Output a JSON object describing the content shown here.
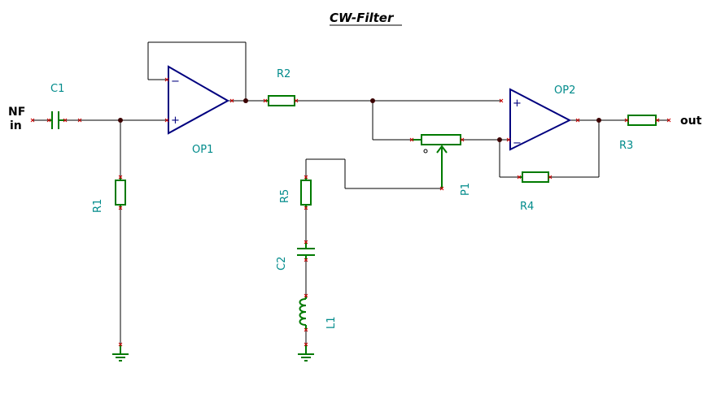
{
  "title": "CW-Filter",
  "input_label_line1": "NF",
  "input_label_line2": "in",
  "output_label": "out",
  "colors": {
    "wire": "#000000",
    "component": "#007a00",
    "opamp": "#00007f",
    "label": "#008b8b",
    "pin_marker": "#cc0000",
    "node": "#3a0000"
  },
  "components": {
    "C1": "C1",
    "R1": "R1",
    "OP1": "OP1",
    "R2": "R2",
    "R5": "R5",
    "C2": "C2",
    "L1": "L1",
    "P1": "P1",
    "OP2": "OP2",
    "R4": "R4",
    "R3": "R3"
  },
  "opamp_pins": {
    "minus": "−",
    "plus": "+"
  }
}
